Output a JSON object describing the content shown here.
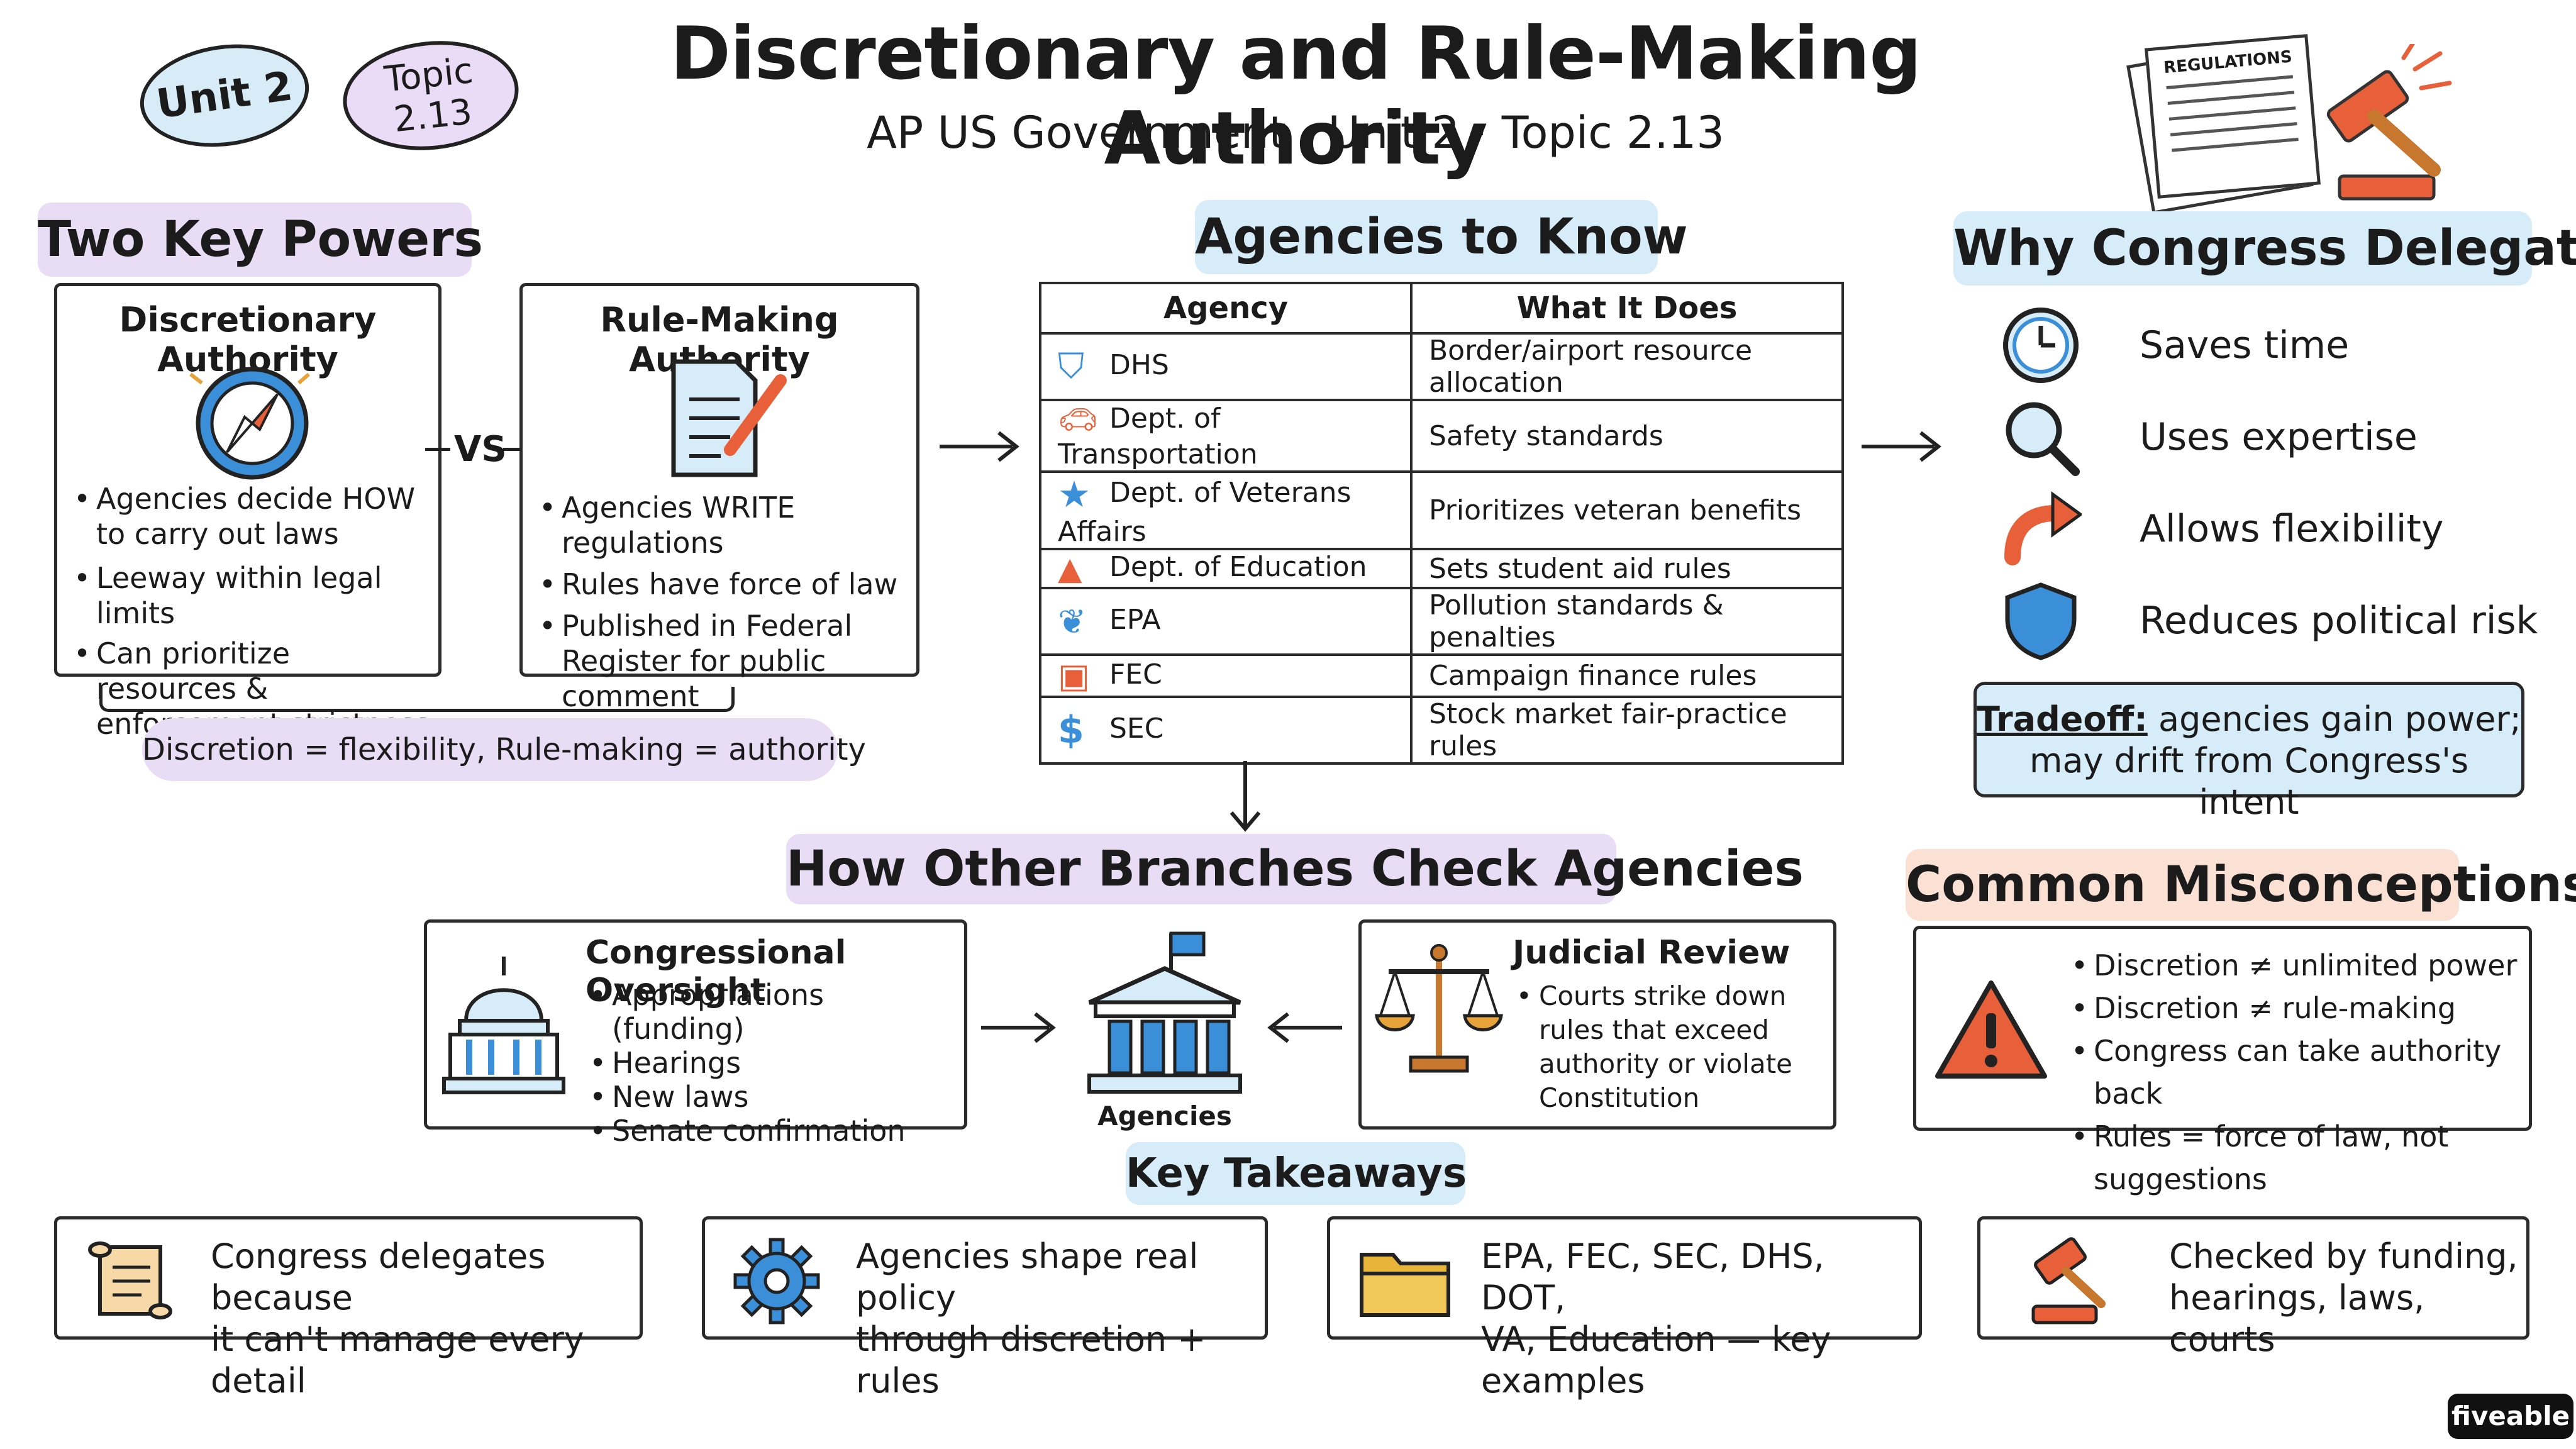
{
  "header": {
    "title": "Discretionary and Rule-Making Authority",
    "subtitle": "AP US Government · Unit 2 · Topic 2.13",
    "badge_unit": "Unit 2",
    "badge_topic_line1": "Topic",
    "badge_topic_line2": "2.13",
    "regulations_label": "REGULATIONS"
  },
  "two_key_powers": {
    "heading": "Two Key Powers",
    "vs_label": "VS",
    "discretionary": {
      "title": "Discretionary Authority",
      "bullets": [
        "Agencies decide HOW to carry out laws",
        "Leeway within legal limits",
        "Can prioritize resources & enforcement strictness"
      ]
    },
    "rulemaking": {
      "title": "Rule-Making Authority",
      "bullets": [
        "Agencies WRITE regulations",
        "Rules have force of law",
        "Published in Federal Register for public comment"
      ]
    },
    "summary": "Discretion = flexibility, Rule-making = authority"
  },
  "agencies": {
    "heading": "Agencies to Know",
    "col_agency": "Agency",
    "col_what": "What It Does",
    "rows": [
      {
        "icon": "shield-icon",
        "agency": "DHS",
        "does": "Border/airport resource allocation"
      },
      {
        "icon": "car-icon",
        "agency": "Dept. of Transportation",
        "does": "Safety standards"
      },
      {
        "icon": "star-icon",
        "agency": "Dept. of Veterans Affairs",
        "does": "Prioritizes veteran benefits"
      },
      {
        "icon": "graduation-cap-icon",
        "agency": "Dept. of Education",
        "does": "Sets student aid rules"
      },
      {
        "icon": "leaf-icon",
        "agency": "EPA",
        "does": "Pollution standards & penalties"
      },
      {
        "icon": "ballot-box-icon",
        "agency": "FEC",
        "does": "Campaign finance rules"
      },
      {
        "icon": "dollar-icon",
        "agency": "SEC",
        "does": "Stock market fair-practice rules"
      }
    ]
  },
  "why_delegate": {
    "heading": "Why Congress Delegates",
    "items": [
      {
        "icon": "clock-icon",
        "label": "Saves time"
      },
      {
        "icon": "magnifier-icon",
        "label": "Uses expertise"
      },
      {
        "icon": "curved-arrow-icon",
        "label": "Allows flexibility"
      },
      {
        "icon": "shield-icon",
        "label": "Reduces political risk"
      }
    ],
    "tradeoff_label": "Tradeoff:",
    "tradeoff_text_line1": " agencies gain power;",
    "tradeoff_text_line2": "may drift from Congress's intent"
  },
  "checks": {
    "heading": "How Other Branches Check Agencies",
    "congress": {
      "title": "Congressional Oversight",
      "bullets": [
        "Appropriations (funding)",
        "Hearings",
        "New laws",
        "Senate confirmation"
      ]
    },
    "agencies_label": "Agencies",
    "judicial": {
      "title": "Judicial Review",
      "bullets": [
        "Courts strike down rules that exceed authority or violate Constitution"
      ]
    }
  },
  "misconceptions": {
    "heading": "Common Misconceptions",
    "bullets": [
      "Discretion ≠ unlimited power",
      "Discretion ≠ rule-making",
      "Congress can take authority back",
      "Rules = force of law, not suggestions"
    ]
  },
  "takeaways": {
    "heading": "Key Takeaways",
    "items": [
      {
        "icon": "scroll-icon",
        "line1": "Congress delegates because",
        "line2": "it can't manage every detail"
      },
      {
        "icon": "gear-icon",
        "line1": "Agencies shape real policy",
        "line2": "through discretion + rules"
      },
      {
        "icon": "folder-icon",
        "line1": "EPA, FEC, SEC, DHS, DOT,",
        "line2": "VA, Education — key examples"
      },
      {
        "icon": "gavel-icon",
        "line1": "Checked by funding,",
        "line2": "hearings, laws, courts"
      }
    ]
  },
  "brand": "fiveable",
  "colors": {
    "purple_highlight": "#e9dcf5",
    "blue_highlight": "#d6ecf8",
    "peach_highlight": "#fbe0d4",
    "accent_blue": "#3b8fd9",
    "accent_orange": "#e8603a"
  }
}
